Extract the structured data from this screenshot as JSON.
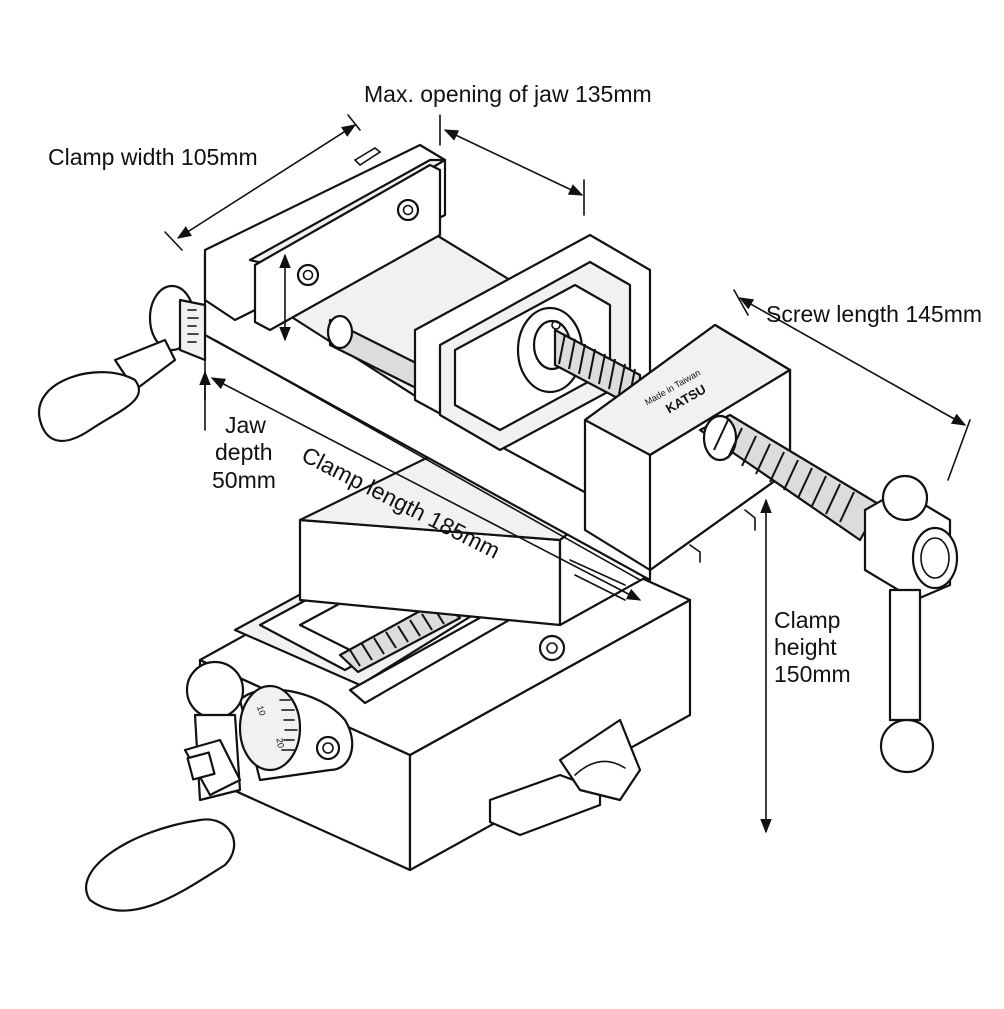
{
  "labels": {
    "max_opening": "Max. opening of jaw 135mm",
    "clamp_width": "Clamp width 105mm",
    "screw_length": "Screw length 145mm",
    "jaw_depth_1": "Jaw",
    "jaw_depth_2": "depth",
    "jaw_depth_3": "50mm",
    "clamp_length": "Clamp length 185mm",
    "clamp_height_1": "Clamp",
    "clamp_height_2": "height",
    "clamp_height_3": "150mm"
  },
  "branding": {
    "brand": "KATSU",
    "tagline": "Made in Taiwan"
  },
  "dial": {
    "mark_20": "20",
    "mark_10": "10"
  },
  "icons": [
    "cross-slide-vise-drawing",
    "dimension-arrow-icon",
    "handle-knob-icon",
    "lead-screw-icon"
  ]
}
